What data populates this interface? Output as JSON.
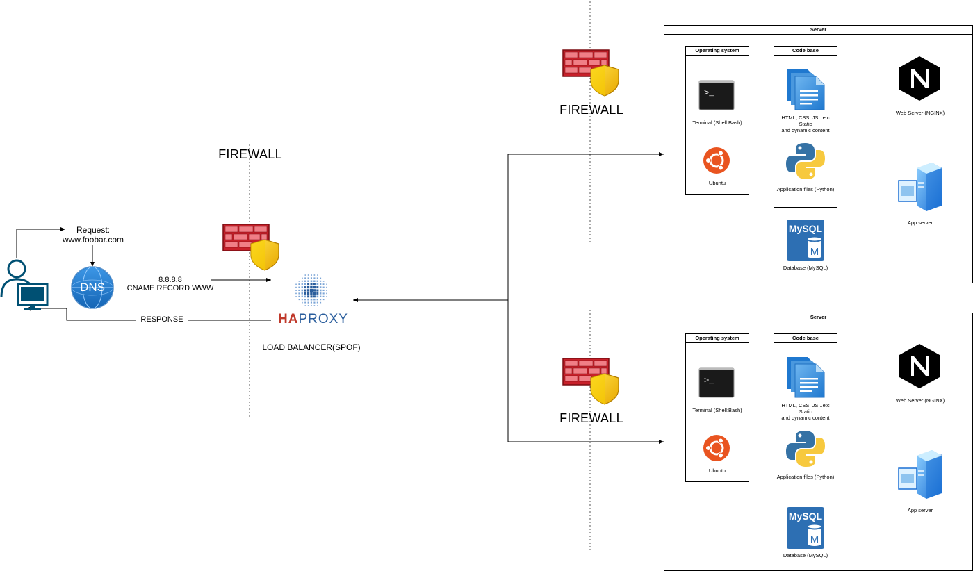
{
  "client": {
    "request_title": "Request:",
    "request_url": "www.foobar.com",
    "dns_label": "DNS",
    "dns_info_line1": "8.8.8.8",
    "dns_info_line2": "CNAME RECORD WWW",
    "response_label": "RESPONSE"
  },
  "firewalls": {
    "left_label": "FIREWALL",
    "top_label": "FIREWALL",
    "bottom_label": "FIREWALL"
  },
  "load_balancer": {
    "logo_text_ha": "HA",
    "logo_text_proxy": "PROXY",
    "caption": "LOAD BALANCER(SPOF)"
  },
  "servers": [
    {
      "title": "Server",
      "os_box_title": "Operating system",
      "terminal_label": "Terminal (Shell:Bash)",
      "ubuntu_label": "Ubuntu",
      "code_box_title": "Code base",
      "static_label_line1": "HTML, CSS, JS...etc",
      "static_label_line2": "Static",
      "static_label_line3": "and dynamic content",
      "python_label": "Application files (Python)",
      "db_label": "Database (MySQL)",
      "mysql_text": "MySQL",
      "mysql_m": "M",
      "nginx_letter": "N",
      "web_label": "Web Server (NGINX)",
      "app_label": "App server",
      "terminal_prompt": ">_"
    },
    {
      "title": "Server",
      "os_box_title": "Operating system",
      "terminal_label": "Terminal (Shell:Bash)",
      "ubuntu_label": "Ubuntu",
      "code_box_title": "Code base",
      "static_label_line1": "HTML, CSS, JS...etc",
      "static_label_line2": "Static",
      "static_label_line3": "and dynamic content",
      "python_label": "Application files (Python)",
      "db_label": "Database (MySQL)",
      "mysql_text": "MySQL",
      "mysql_m": "M",
      "nginx_letter": "N",
      "web_label": "Web Server (NGINX)",
      "app_label": "App server",
      "terminal_prompt": ">_"
    }
  ],
  "icons": {
    "user": "user-computer-icon",
    "dns": "dns-globe-icon",
    "firewall": "firewall-shield-icon",
    "haproxy": "haproxy-logo",
    "terminal": "terminal-icon",
    "ubuntu": "ubuntu-icon",
    "files": "document-files-icon",
    "python": "python-icon",
    "mysql": "mysql-database-icon",
    "nginx": "nginx-icon",
    "appserver": "app-server-icon"
  },
  "colors": {
    "dns_blue": "#1e78c8",
    "firewall_red": "#c8202a",
    "shield_yellow": "#f5c400",
    "ubuntu_orange": "#e95420",
    "mysql_blue": "#2d6fb3",
    "haproxy_blue": "#2a5d9c",
    "user_blue": "#005073"
  }
}
